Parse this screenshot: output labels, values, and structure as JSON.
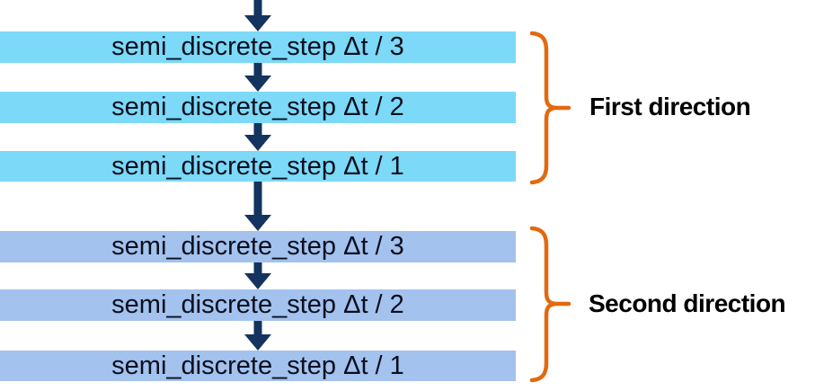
{
  "diagram": {
    "groups": [
      {
        "label": "First direction",
        "bar_color": "#7cd9f7",
        "steps": [
          "semi_discrete_step Δt / 3",
          "semi_discrete_step Δt / 2",
          "semi_discrete_step Δt / 1"
        ]
      },
      {
        "label": "Second direction",
        "bar_color": "#a3c2ee",
        "steps": [
          "semi_discrete_step Δt / 3",
          "semi_discrete_step Δt / 2",
          "semi_discrete_step Δt / 1"
        ]
      }
    ],
    "colors": {
      "arrow": "#14335e",
      "brace": "#e2690f",
      "label_text": "#000000",
      "bar_text": "#0a0f1e"
    },
    "icons": {
      "arrow": "down-arrow-icon",
      "brace": "right-curly-brace-icon"
    }
  }
}
